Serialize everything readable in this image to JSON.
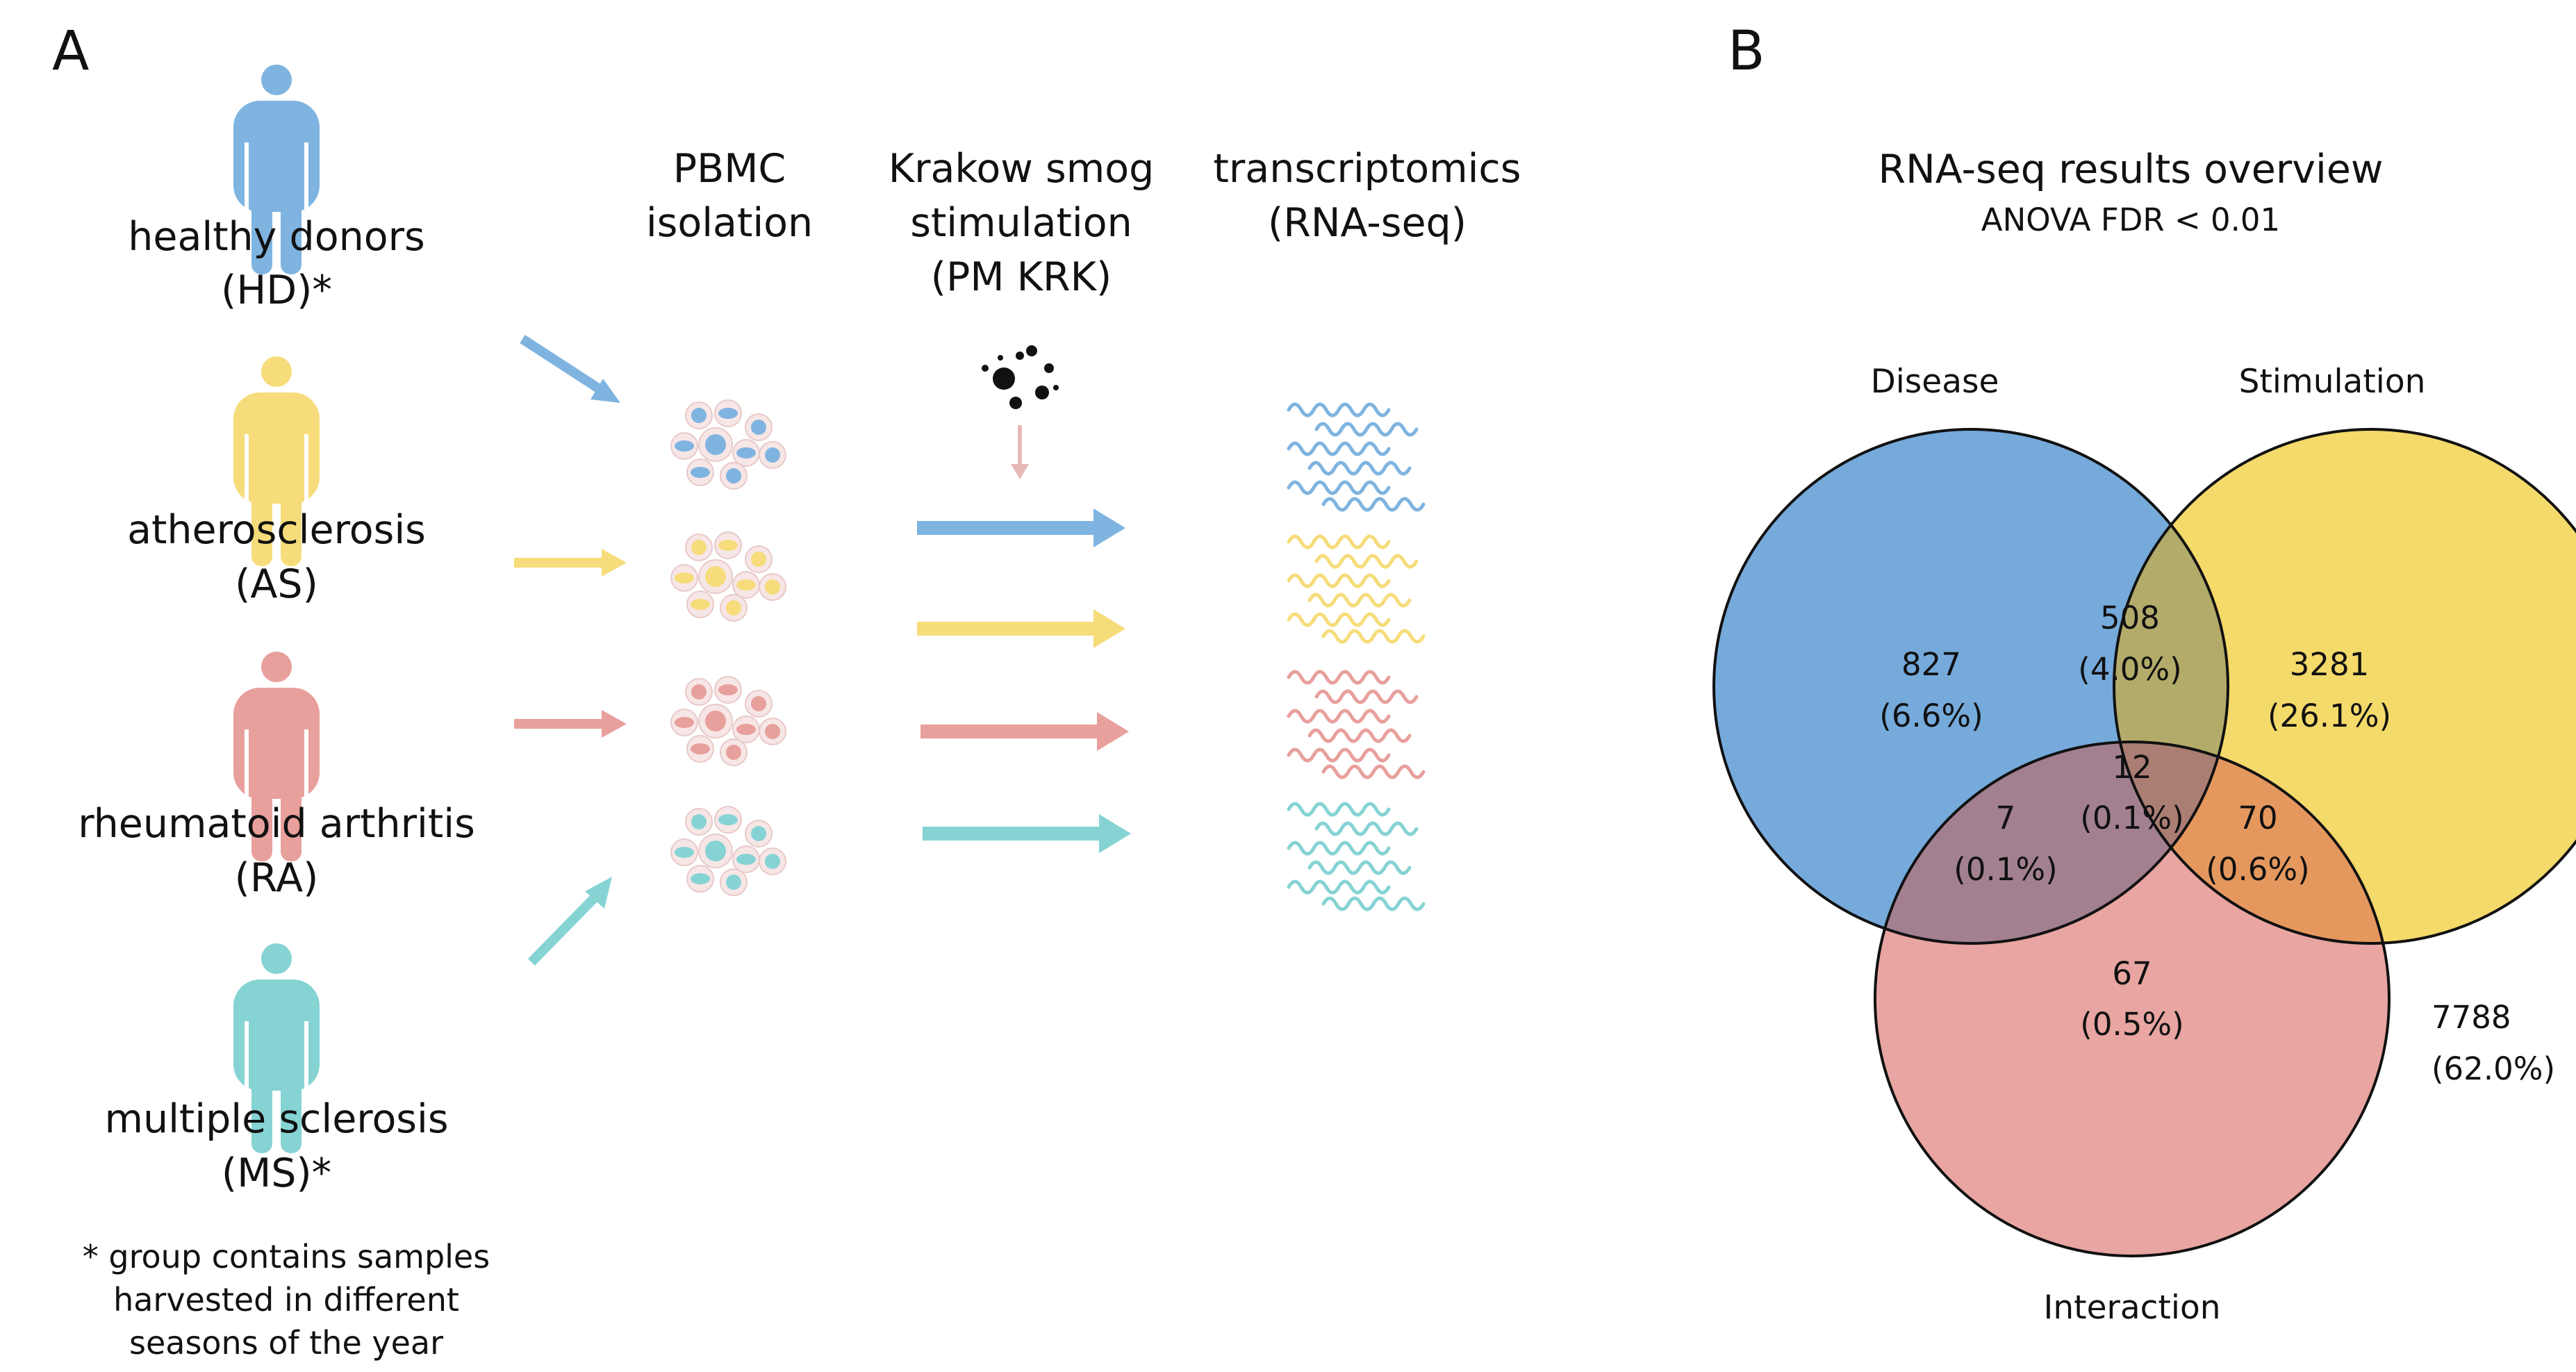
{
  "panel_a": {
    "label": "A",
    "groups": [
      {
        "name": "healthy donors",
        "abbr": "(HD)*",
        "color": "#7fb4e0"
      },
      {
        "name": "atherosclerosis",
        "abbr": "(AS)",
        "color": "#f6dc7a"
      },
      {
        "name": "rheumatoid arthritis",
        "abbr": "(RA)",
        "color": "#e8a09c"
      },
      {
        "name": "multiple sclerosis",
        "abbr": "(MS)*",
        "color": "#86d3d4"
      }
    ],
    "footnote": [
      "* group contains samples",
      "harvested in different",
      "seasons of the year"
    ],
    "steps": [
      {
        "lines": [
          "PBMC",
          "isolation"
        ]
      },
      {
        "lines": [
          "Krakow smog",
          "stimulation",
          "(PM KRK)"
        ]
      },
      {
        "lines": [
          "transcriptomics",
          "(RNA-seq)"
        ]
      }
    ]
  },
  "panel_b": {
    "label": "B",
    "title": "RNA-seq results overview",
    "subtitle": "ANOVA FDR < 0.01",
    "sets": [
      {
        "name": "Disease",
        "color": "#75aadb"
      },
      {
        "name": "Stimulation",
        "color": "#f4d96b"
      },
      {
        "name": "Interaction",
        "color": "#e8a5a1"
      }
    ],
    "regions": [
      {
        "sets": [
          "Disease"
        ],
        "count": "827",
        "pct": "(6.6%)"
      },
      {
        "sets": [
          "Disease",
          "Stimulation"
        ],
        "count": "508",
        "pct": "(4.0%)"
      },
      {
        "sets": [
          "Stimulation"
        ],
        "count": "3281",
        "pct": "(26.1%)"
      },
      {
        "sets": [
          "Disease",
          "Stimulation",
          "Interaction"
        ],
        "count": "12",
        "pct": "(0.1%)"
      },
      {
        "sets": [
          "Disease",
          "Interaction"
        ],
        "count": "7",
        "pct": "(0.1%)"
      },
      {
        "sets": [
          "Stimulation",
          "Interaction"
        ],
        "count": "70",
        "pct": "(0.6%)"
      },
      {
        "sets": [
          "Interaction"
        ],
        "count": "67",
        "pct": "(0.5%)"
      },
      {
        "sets": [],
        "count": "7788",
        "pct": "(62.0%)"
      }
    ],
    "overlap_colors": {
      "disease_stimulation": "#b3ab6a",
      "disease_interaction": "#a2808f",
      "stimulation_interaction": "#e5985e",
      "all_three": "#ab7e74"
    }
  }
}
